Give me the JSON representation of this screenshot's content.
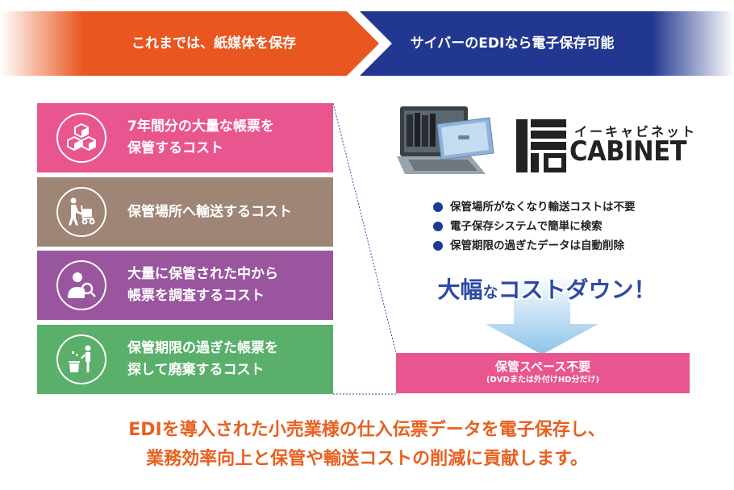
{
  "banner": {
    "left_text": "これまでは、紙媒体を保存",
    "right_text": "サイバーのEDIなら電子保存可能",
    "left_color": "#e9561f",
    "right_color": "#22378f"
  },
  "cost_items": [
    {
      "lines": [
        "7年間分の大量な帳票を",
        "保管するコスト"
      ],
      "icon": "boxes-icon",
      "color": "#e9558f"
    },
    {
      "lines": [
        "保管場所へ輸送するコスト"
      ],
      "icon": "hand-truck-icon",
      "color": "#9e8576"
    },
    {
      "lines": [
        "大量に保管された中から",
        "帳票を調査するコスト"
      ],
      "icon": "magnifier-person-icon",
      "color": "#9a559f"
    },
    {
      "lines": [
        "保管期限の過ぎた帳票を",
        "探して廃棄するコスト"
      ],
      "icon": "trash-person-icon",
      "color": "#5aaf6b"
    }
  ],
  "logo": {
    "kana": "イーキャビネット",
    "word": "CABINET"
  },
  "benefits": [
    "保管場所がなくなり輸送コストは不要",
    "電子保存システムで簡単に検索",
    "保管期限の過ぎたデータは自動削除"
  ],
  "slogan": {
    "part1": "大幅",
    "part2": "な",
    "part3": "コストダウン！"
  },
  "space_box": {
    "title": "保管スペース不要",
    "subtitle": "(DVDまたは外付けHD分だけ)"
  },
  "conclusion": {
    "line1": "EDIを導入された小売業様の仕入伝票データを電子保存し、",
    "line2": "業務効率向上と保管や輸送コストの削減に貢献します。"
  }
}
